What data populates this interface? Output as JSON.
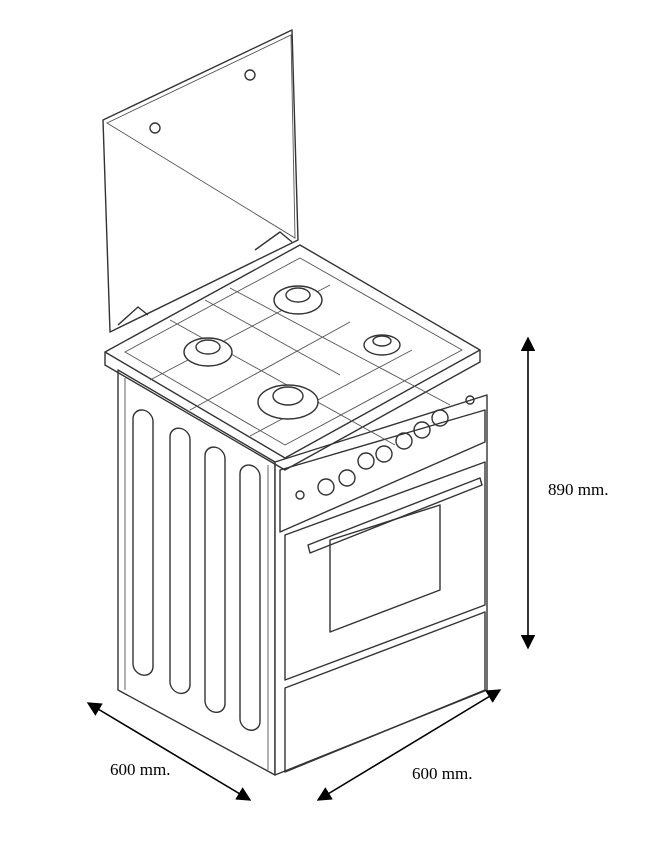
{
  "dimensions": {
    "height_label": "890 mm.",
    "width_label": "600 mm.",
    "depth_label": "600 mm."
  },
  "colors": {
    "line": "#333333",
    "arrow": "#000000",
    "background": "#ffffff"
  }
}
